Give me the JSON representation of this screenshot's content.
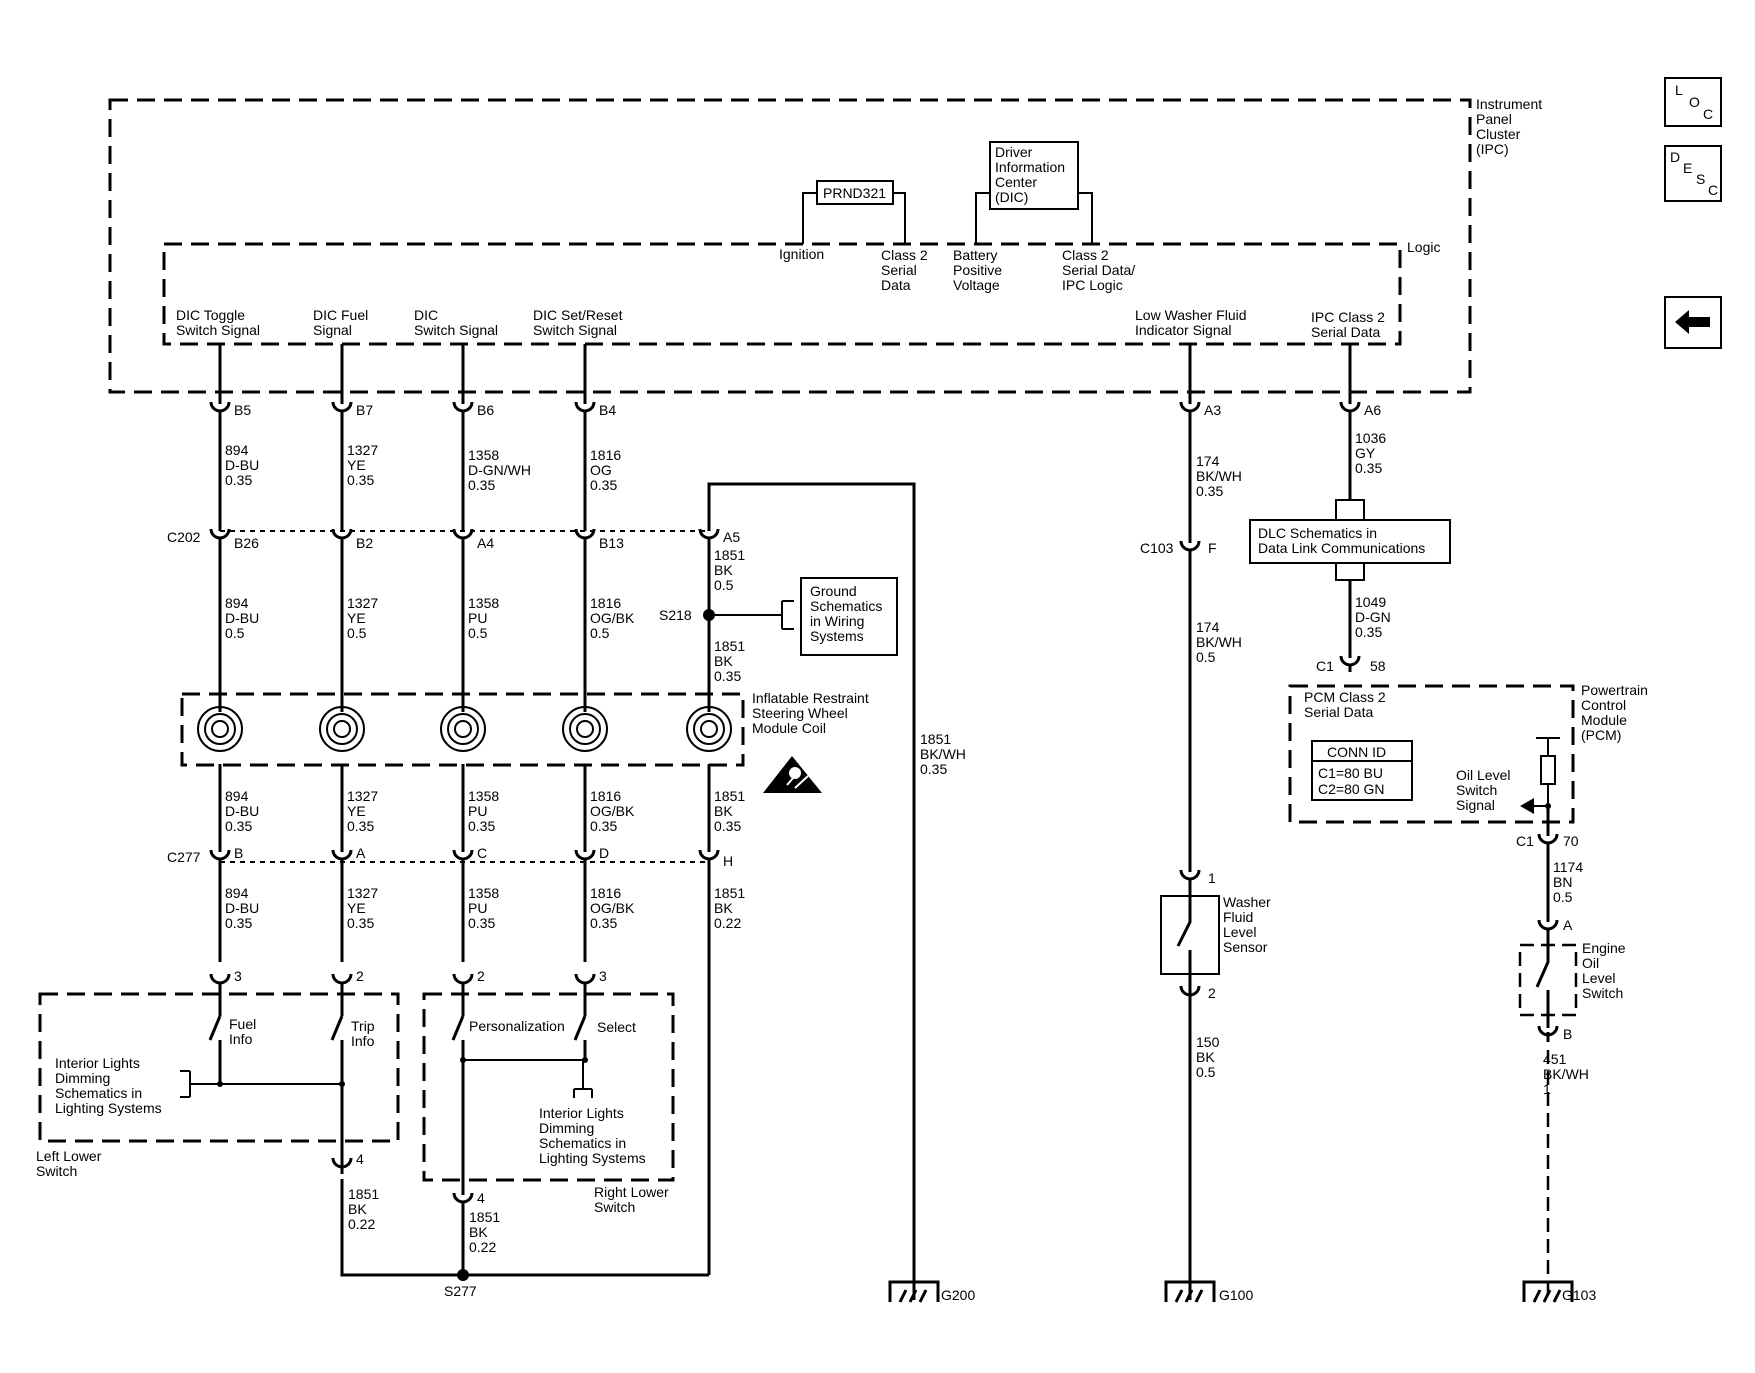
{
  "modules": {
    "ipc": [
      "Instrument",
      "Panel",
      "Cluster",
      "(IPC)"
    ],
    "logic": "Logic",
    "prnd": "PRND321",
    "dic": [
      "Driver",
      "Information",
      "Center",
      "(DIC)"
    ],
    "pcm": [
      "Powertrain",
      "Control",
      "Module",
      "(PCM)"
    ]
  },
  "side_buttons": {
    "loc": [
      "L",
      "O",
      "C"
    ],
    "desc": [
      "D",
      "E",
      "S",
      "C"
    ],
    "back_icon": "left-arrow-icon"
  },
  "signals": {
    "ignition": [
      "Ignition"
    ],
    "class2_serial": [
      "Class 2",
      "Serial",
      "Data"
    ],
    "battery": [
      "Battery",
      "Positive",
      "Voltage"
    ],
    "class2_ipc_logic": [
      "Class 2",
      "Serial Data/",
      "IPC Logic"
    ],
    "dic_toggle": [
      "DIC Toggle",
      "Switch Signal"
    ],
    "dic_fuel": [
      "DIC Fuel",
      "Signal"
    ],
    "dic_switch": [
      "DIC",
      "Switch Signal"
    ],
    "dic_set_reset": [
      "DIC Set/Reset",
      "Switch Signal"
    ],
    "low_washer": [
      "Low Washer Fluid",
      "Indicator Signal"
    ],
    "ipc_class2": [
      "IPC Class 2",
      "Serial Data"
    ],
    "pcm_class2": [
      "PCM Class 2",
      "Serial Data"
    ],
    "oil_level": [
      "Oil Level",
      "Switch",
      "Signal"
    ]
  },
  "pins": {
    "ipc": [
      "B5",
      "B7",
      "B6",
      "B4",
      "A3",
      "A6"
    ],
    "c202_name": "C202",
    "c202": [
      "B26",
      "B2",
      "A4",
      "B13",
      "A5"
    ],
    "c277_name": "C277",
    "c277": [
      "B",
      "A",
      "C",
      "D",
      "H"
    ],
    "left_switch": [
      "3",
      "2",
      "4"
    ],
    "right_switch": [
      "2",
      "3",
      "4"
    ],
    "c103_name": "C103",
    "c103": "F",
    "washer_sensor": [
      "1",
      "2"
    ],
    "pcm_conn": "C1",
    "pcm_pins": [
      "58",
      "70"
    ],
    "oil_switch": [
      "A",
      "B"
    ]
  },
  "wires": {
    "w894_a": [
      "894",
      "D-BU",
      "0.35"
    ],
    "w1327_a": [
      "1327",
      "YE",
      "0.35"
    ],
    "w1358_a": [
      "1358",
      "D-GN/WH",
      "0.35"
    ],
    "w1816_a": [
      "1816",
      "OG",
      "0.35"
    ],
    "w894_b": [
      "894",
      "D-BU",
      "0.5"
    ],
    "w1327_b": [
      "1327",
      "YE",
      "0.5"
    ],
    "w1358_b": [
      "1358",
      "PU",
      "0.5"
    ],
    "w1816_b": [
      "1816",
      "OG/BK",
      "0.5"
    ],
    "w1851_a": [
      "1851",
      "BK",
      "0.5"
    ],
    "w1851_b": [
      "1851",
      "BK",
      "0.35"
    ],
    "w894_c": [
      "894",
      "D-BU",
      "0.35"
    ],
    "w1327_c": [
      "1327",
      "YE",
      "0.35"
    ],
    "w1358_c": [
      "1358",
      "PU",
      "0.35"
    ],
    "w1816_c": [
      "1816",
      "OG/BK",
      "0.35"
    ],
    "w1851_c": [
      "1851",
      "BK",
      "0.35"
    ],
    "w894_d": [
      "894",
      "D-BU",
      "0.35"
    ],
    "w1327_d": [
      "1327",
      "YE",
      "0.35"
    ],
    "w1358_d": [
      "1358",
      "PU",
      "0.35"
    ],
    "w1816_d": [
      "1816",
      "OG/BK",
      "0.35"
    ],
    "w1851_d": [
      "1851",
      "BK",
      "0.22"
    ],
    "w1851_e": [
      "1851",
      "BK",
      "0.22"
    ],
    "w1851_f": [
      "1851",
      "BK",
      "0.22"
    ],
    "w1851_wh": [
      "1851",
      "BK/WH",
      "0.35"
    ],
    "w174_a": [
      "174",
      "BK/WH",
      "0.35"
    ],
    "w174_b": [
      "174",
      "BK/WH",
      "0.5"
    ],
    "w150": [
      "150",
      "BK",
      "0.5"
    ],
    "w1036": [
      "1036",
      "GY",
      "0.35"
    ],
    "w1049": [
      "1049",
      "D-GN",
      "0.35"
    ],
    "w1174": [
      "1174",
      "BN",
      "0.5"
    ],
    "w451": [
      "451",
      "BK/WH",
      "1"
    ]
  },
  "splices": {
    "s218": "S218",
    "s277": "S277"
  },
  "refs": {
    "ground_schem": [
      "Ground",
      "Schematics",
      "in Wiring",
      "Systems"
    ],
    "dlc": [
      "DLC Schematics in",
      "Data Link Communications"
    ],
    "interior_left": [
      "Interior Lights",
      "Dimming",
      "Schematics in",
      "Lighting Systems"
    ],
    "interior_right": [
      "Interior Lights",
      "Dimming",
      "Schematics in",
      "Lighting Systems"
    ]
  },
  "coil_label": [
    "Inflatable Restraint",
    "Steering Wheel",
    "Module Coil"
  ],
  "left_switch_label": [
    "Left Lower",
    "Switch"
  ],
  "right_switch_label": [
    "Right Lower",
    "Switch"
  ],
  "switch_labels": {
    "fuel": [
      "Fuel",
      "Info"
    ],
    "trip": [
      "Trip",
      "Info"
    ],
    "personalization": "Personalization",
    "select": "Select"
  },
  "washer_sensor_label": [
    "Washer",
    "Fluid",
    "Level",
    "Sensor"
  ],
  "oil_switch_label": [
    "Engine",
    "Oil",
    "Level",
    "Switch"
  ],
  "conn_id": {
    "title": "CONN ID",
    "rows": [
      "C1=80 BU",
      "C2=80 GN"
    ]
  },
  "grounds": [
    "G200",
    "G100",
    "G103"
  ],
  "icons": {
    "esd_warning": "esd-warning-icon"
  }
}
